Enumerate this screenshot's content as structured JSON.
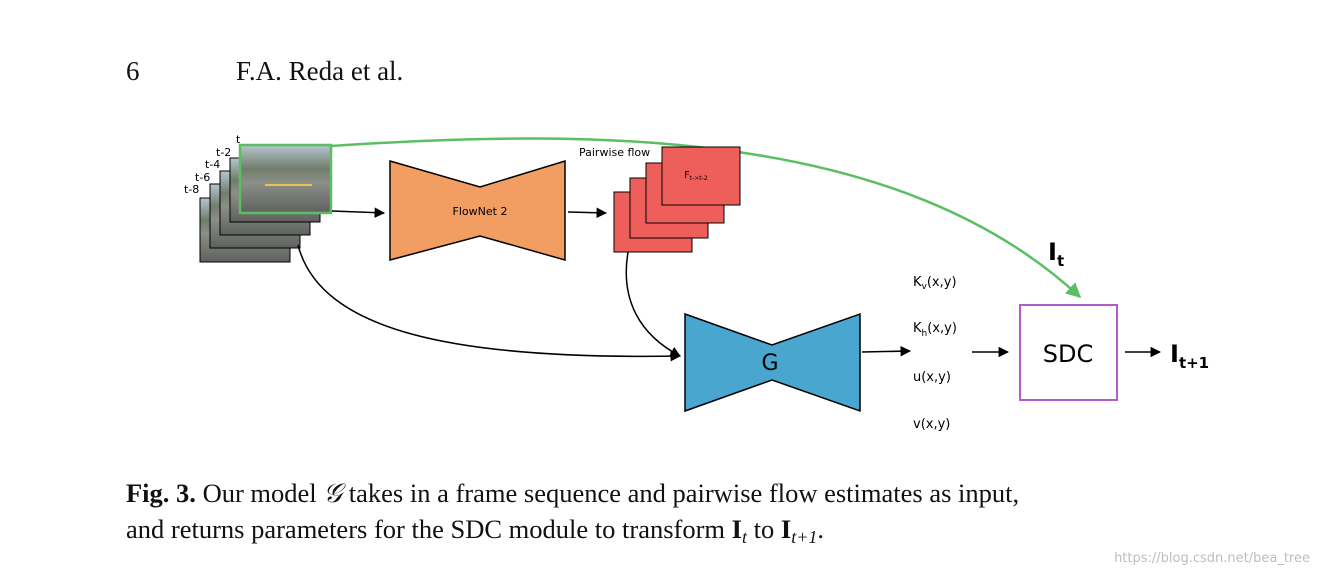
{
  "header": {
    "page_number": "6",
    "authors": "F.A. Reda et al."
  },
  "figure": {
    "frame_labels": [
      "t",
      "t-2",
      "t-4",
      "t-6",
      "t-8"
    ],
    "flownet_label": "FlowNet 2",
    "pairwise_flow_label": "Pairwise flow",
    "flow_stack_label_main": "F",
    "flow_stack_label_sub": "t->t-2",
    "g_label": "G",
    "sdc_label": "SDC",
    "it_label_main": "I",
    "it_label_sub": "t",
    "it1_label_main": "I",
    "it1_label_sub": "t+1",
    "param_kv_main": "K",
    "param_kv_sub": "v",
    "param_kv_rest": "(x,y)",
    "param_kh_main": "K",
    "param_kh_sub": "h",
    "param_kh_rest": "(x,y)",
    "param_u": "u(x,y)",
    "param_v": "v(x,y)",
    "colors": {
      "flownet_fill": "#f29e62",
      "flow_fill": "#ee5f5b",
      "g_fill": "#49a7cf",
      "sdc_border": "#b35cc9",
      "green_arrow": "#5cbe63"
    }
  },
  "caption": {
    "fig_label": "Fig. 3.",
    "line1_a": " Our model ",
    "script_g": "𝒢",
    "line1_b": " takes in a frame sequence and pairwise flow estimates as input,",
    "line2_a": "and returns parameters for the SDC module to transform ",
    "i_main": "I",
    "i_sub": "t",
    "to_word": " to ",
    "i2_main": "I",
    "i2_sub": "t+1",
    "end": "."
  },
  "watermark": "https://blog.csdn.net/bea_tree"
}
